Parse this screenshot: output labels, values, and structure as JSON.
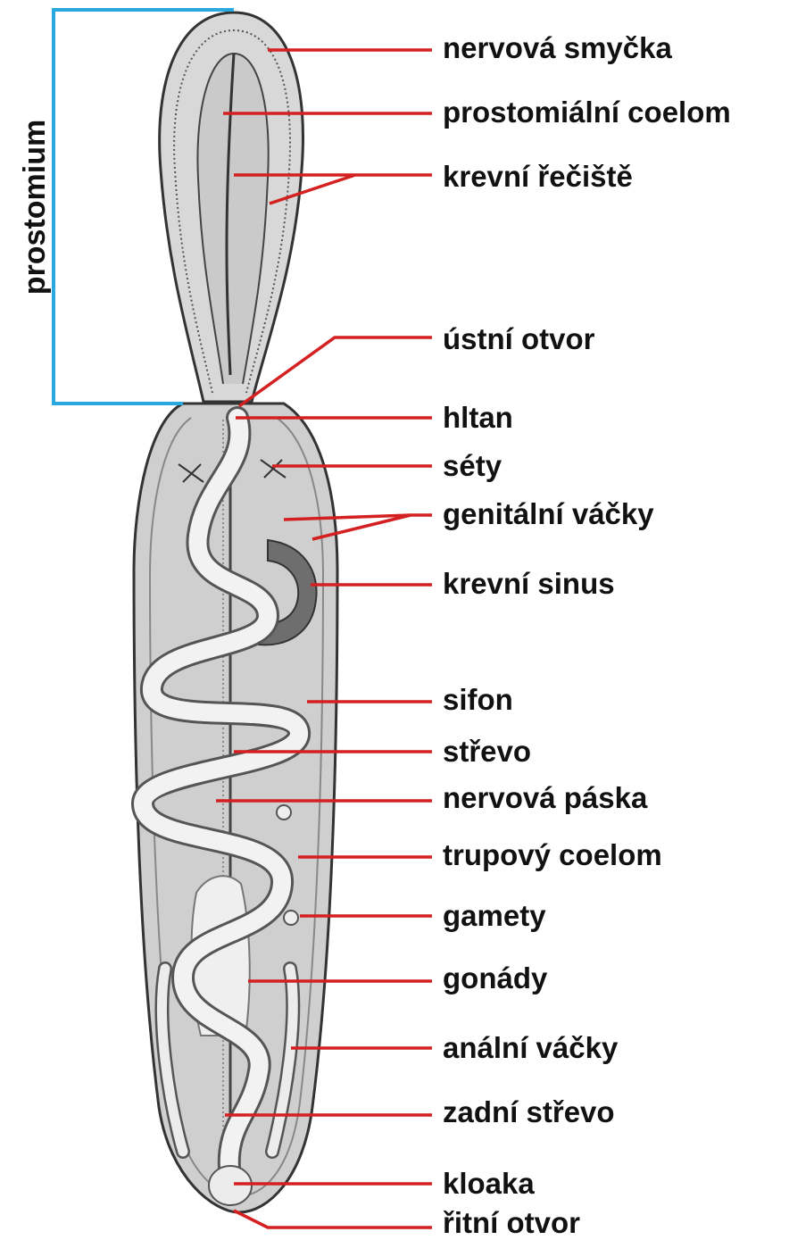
{
  "diagram": {
    "bracket_label": "prostomium",
    "labels": [
      "nervová smyčka",
      "prostomiální coelom",
      "krevní řečiště",
      "ústní otvor",
      "hltan",
      "séty",
      "genitální váčky",
      "krevní sinus",
      "sifon",
      "střevo",
      "nervová páska",
      "trupový coelom",
      "gamety",
      "gonády",
      "anální váčky",
      "zadní střevo",
      "kloaka",
      "řitní otvor"
    ]
  },
  "colors": {
    "leader_line": "#d42020",
    "bracket": "#2aa8e0",
    "body_fill": "#cfcfcf",
    "gut_fill": "#f2f2f2",
    "sinus": "#6e6e6e"
  }
}
